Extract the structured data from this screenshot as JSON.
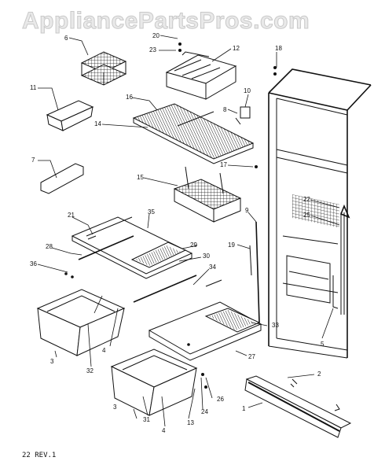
{
  "watermark": "AppliancePartsPros.com",
  "footer_text": "22 REV.1",
  "callouts": [
    "1",
    "2",
    "3",
    "3",
    "4",
    "4",
    "5",
    "6",
    "7",
    "8",
    "9",
    "10",
    "11",
    "12",
    "13",
    "14",
    "15",
    "16",
    "17",
    "18",
    "19",
    "20",
    "21",
    "22",
    "23",
    "24",
    "25",
    "26",
    "27",
    "28",
    "29",
    "30",
    "31",
    "32",
    "33",
    "34",
    "35",
    "36"
  ]
}
